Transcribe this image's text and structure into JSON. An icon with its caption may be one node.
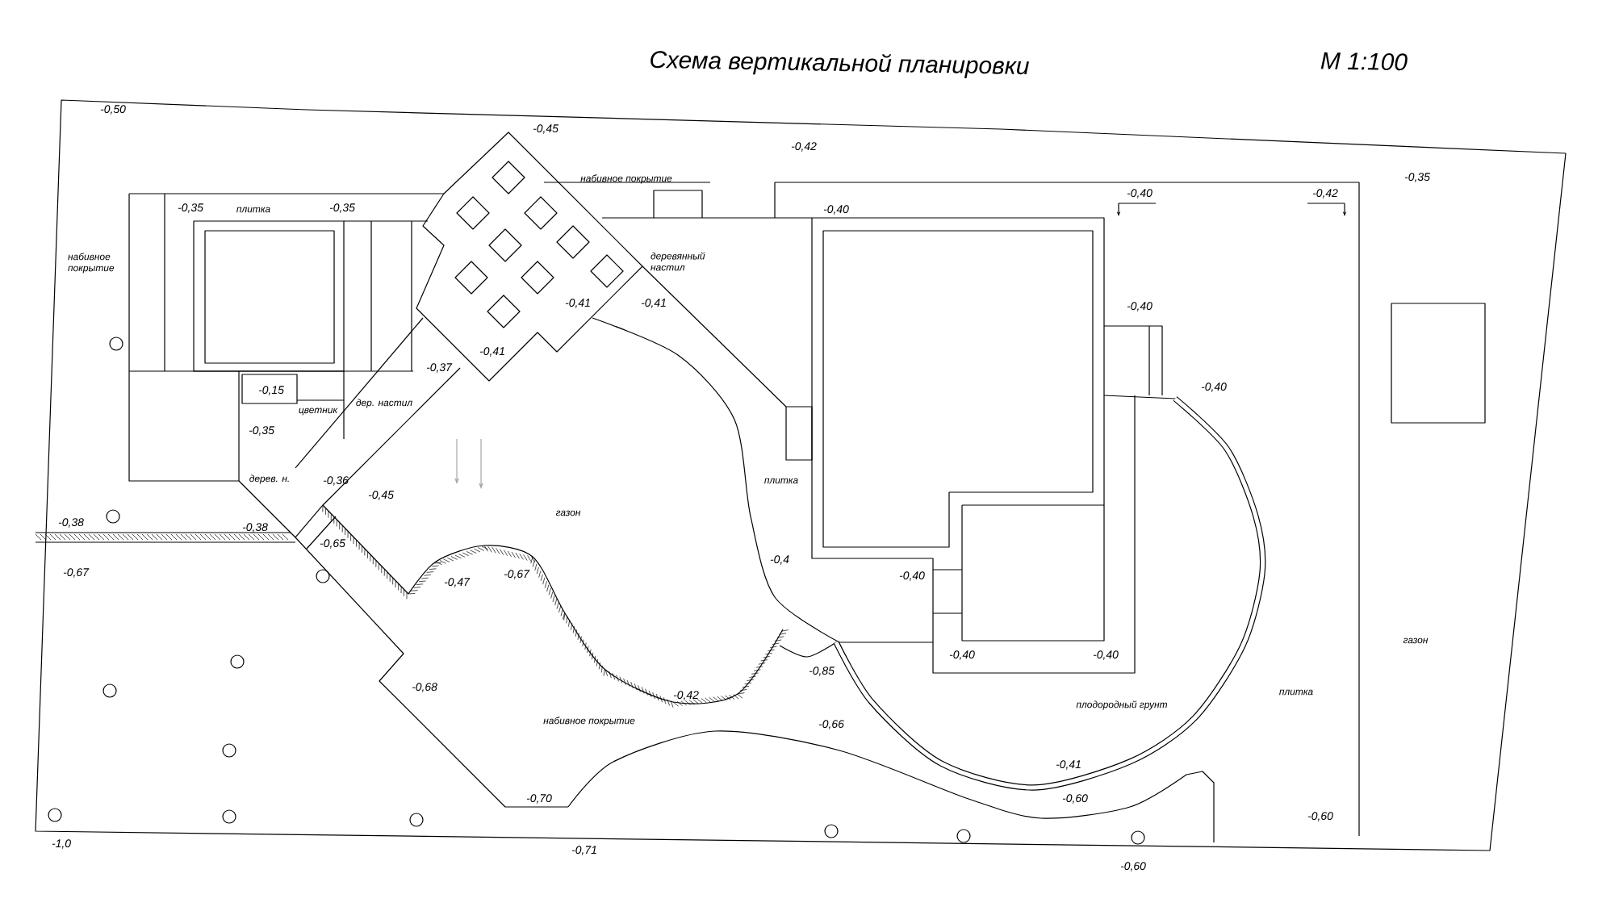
{
  "diagram": {
    "title": "Схема вертикальной планировки",
    "labels": [
      "М 1:100",
      "-0,50",
      "-0,45",
      "-0,42",
      "-0,35",
      "плитка",
      "-0,35",
      "набивное покрытие",
      "-0,40",
      "-0,40",
      "-0,42",
      "-0,35",
      "набивное покрытие",
      "деревянный настил",
      "-0,41",
      "-0,41",
      "-0,40",
      "-0,41",
      "-0,37",
      "-0,15",
      "дер. настил",
      "-0,40",
      "цветник",
      "-0,35",
      "дерев. н.",
      "-0,36",
      "-0,45",
      "газон",
      "плитка",
      "-0,38",
      "-0,38",
      "-0,65",
      "-0,67",
      "-0,47",
      "-0,67",
      "-0,4",
      "-0,40",
      "газон",
      "-0,40",
      "-0,40",
      "-0,85",
      "-0,68",
      "-0,42",
      "плодородный грунт",
      "плитка",
      "набивное покрытие",
      "-0,66",
      "-0,41",
      "-0,70",
      "-0,60",
      "-0,60",
      "-1,0",
      "-0,71",
      "-0,60"
    ]
  }
}
